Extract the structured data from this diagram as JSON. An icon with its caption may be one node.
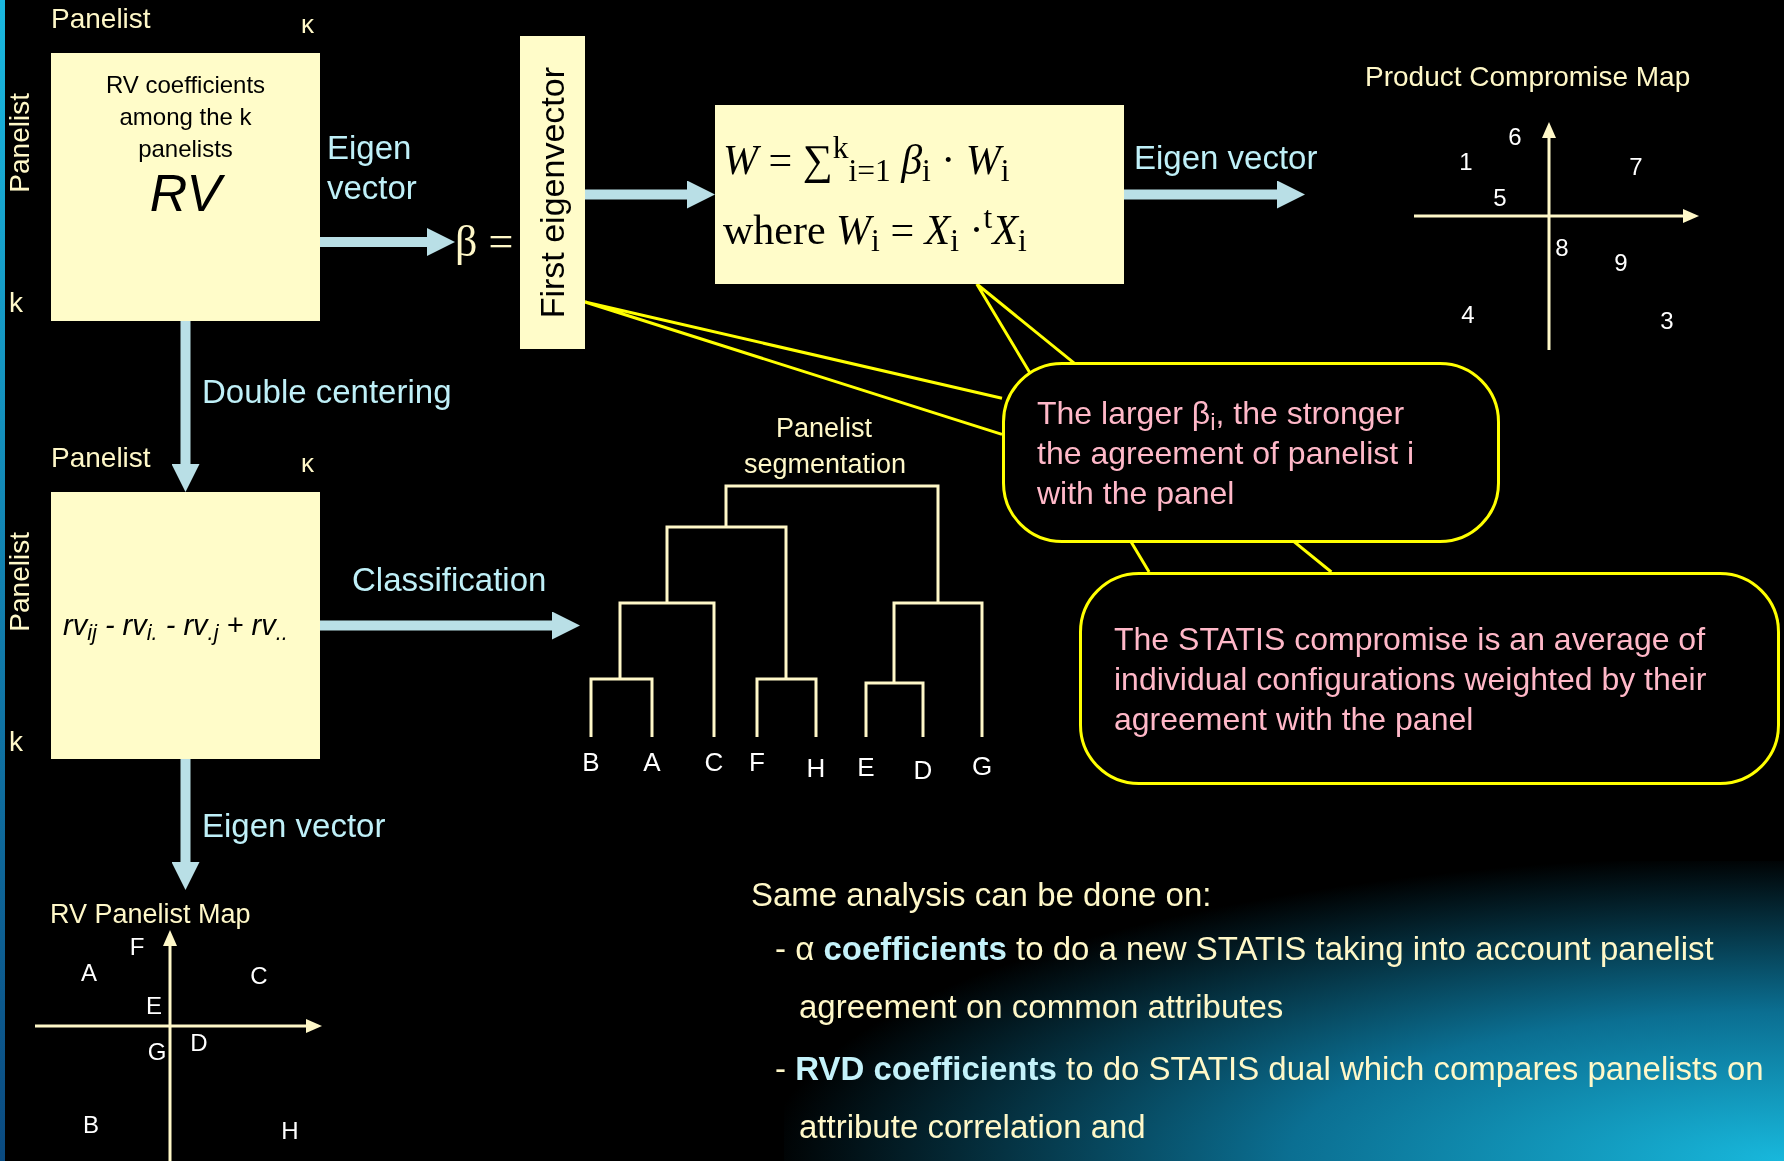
{
  "diagram": {
    "nodes": [
      {
        "text": [
          "RV coefficients among the k panelists",
          "RV"
        ],
        "beside": [
          "Panelist",
          "κ",
          "Panelist",
          "k"
        ]
      },
      {
        "text": [
          "β ="
        ]
      },
      {
        "text": [
          "First eigenvector"
        ]
      },
      {
        "text": [
          "*W* = ∑$^{k}$$_{i=1}$ *β*$_{i}$ · *W*$_{i}$",
          "where *W*$_{i}$ = *X*$_{i}$ ·$^{t}$*X*$_{i}$"
        ]
      },
      {
        "text": [
          "Product Compromise Map"
        ]
      },
      {
        "text": [
          "rv$_{ij}$ - rv$_{i.}$ - rv$_{.j}$ + rv$_{..}$"
        ],
        "beside": [
          "Panelist",
          "κ",
          "Panelist",
          "k"
        ]
      },
      {
        "text": [
          "Panelist segmentation"
        ]
      },
      {
        "text": [
          "RV Panelist Map"
        ]
      },
      {
        "text": [
          "The larger β$_{i}$, the stronger the agreement of panelist i with the panel"
        ]
      },
      {
        "text": [
          "The STATIS compromise is an average of individual configurations weighted by their agreement with the panel"
        ]
      }
    ],
    "edges": [
      {
        "from": 0,
        "to": 1,
        "arrow": "to",
        "label": "Eigen vector"
      },
      {
        "from": 2,
        "to": 3,
        "arrow": "to"
      },
      {
        "from": 3,
        "to": 4,
        "arrow": "to",
        "label": "Eigen vector"
      },
      {
        "from": 0,
        "to": 5,
        "arrow": "to",
        "label": "Double centering"
      },
      {
        "from": 5,
        "to": 6,
        "arrow": "to",
        "label": "Classification"
      },
      {
        "from": 5,
        "to": 7,
        "arrow": "to",
        "label": "Eigen vector"
      },
      {
        "from": 8,
        "to": 2,
        "arrow": "none",
        "color": "#ffff00"
      },
      {
        "from": 9,
        "to": 3,
        "arrow": "none",
        "color": "#ffff00"
      }
    ],
    "labels": [
      "6",
      "1",
      "7",
      "5",
      "8",
      "9",
      "4",
      "3",
      "B",
      "A",
      "C",
      "F",
      "H",
      "E",
      "D",
      "G",
      "F",
      "A",
      "C",
      "E",
      "D",
      "G",
      "B",
      "H",
      "Same analysis can be done on:",
      "- α **coefficients** to do a new STATIS taking into account panelist agreement on common attributes",
      "- **RVD coefficients** to do STATIS dual which compares panelists on attribute correlation and"
    ]
  }
}
